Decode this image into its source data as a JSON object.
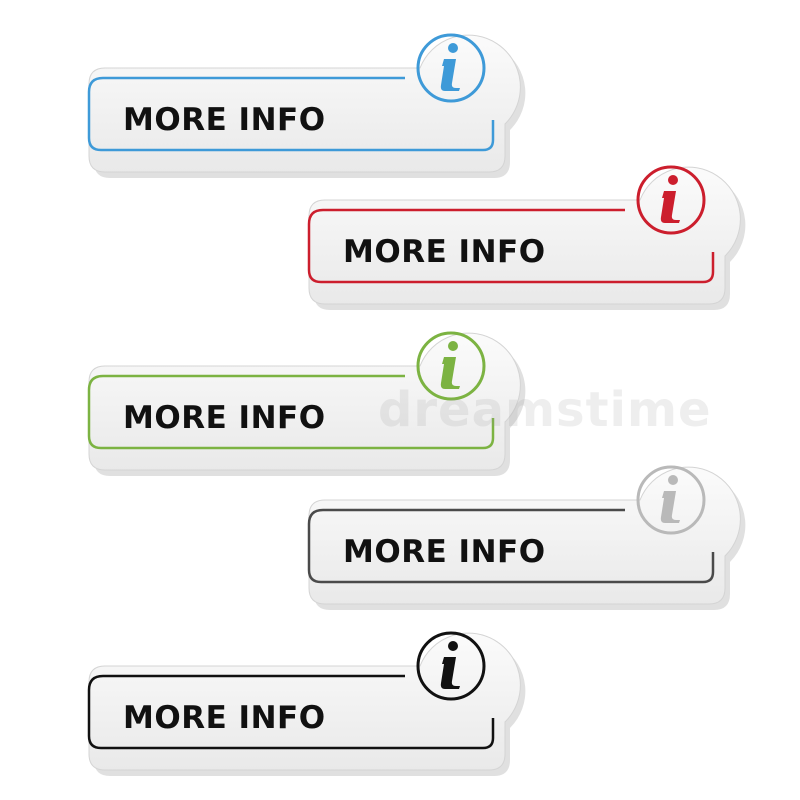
{
  "buttons": [
    {
      "label": "MORE INFO",
      "accent": "#3e9ad8",
      "icon": "info-icon"
    },
    {
      "label": "MORE INFO",
      "accent": "#cc1e2d",
      "icon": "info-icon"
    },
    {
      "label": "MORE INFO",
      "accent": "#7cb342",
      "icon": "info-icon"
    },
    {
      "label": "MORE INFO",
      "accent": "#4a4a4a",
      "icon": "info-icon"
    },
    {
      "label": "MORE INFO",
      "accent": "#111111",
      "icon": "info-icon"
    }
  ],
  "icon_colors": [
    "#3e9ad8",
    "#cc1e2d",
    "#7cb342",
    "#b9b9b9",
    "#111111"
  ],
  "watermark": "dreamstime"
}
